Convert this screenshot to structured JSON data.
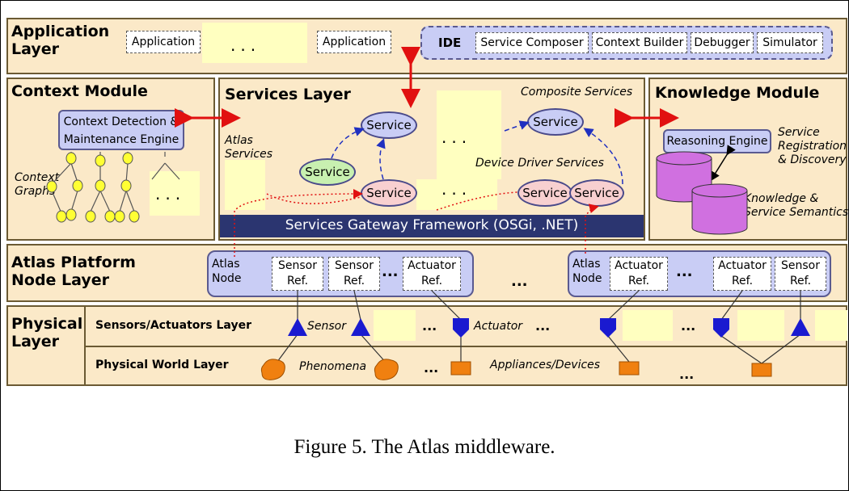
{
  "layers": {
    "application": "Application\nLayer",
    "context": "Context Module",
    "services": "Services Layer",
    "knowledge": "Knowledge Module",
    "platform": "Atlas Platform\nNode Layer",
    "physical": "Physical\nLayer",
    "sensors_actuators": "Sensors/Actuators Layer",
    "physical_world": "Physical World Layer"
  },
  "application_boxes": [
    "Application",
    "Application"
  ],
  "ellipsis": "...",
  "ide": {
    "label": "IDE",
    "tools": [
      "Service Composer",
      "Context Builder",
      "Debugger",
      "Simulator"
    ]
  },
  "context_module": {
    "engine": "Context Detection &\nMaintenance Engine",
    "graphs_label": "Context\nGraphs"
  },
  "services_layer": {
    "composite_label": "Composite Services",
    "atlas_label": "Atlas\nServices",
    "driver_label": "Device Driver Services",
    "service_label": "Service",
    "gateway": "Services Gateway Framework (OSGi, .NET)"
  },
  "knowledge_module": {
    "reasoning": "Reasoning Engine",
    "registration": "Service\nRegistration\n& Discovery",
    "semantics": "Knowledge &\nService Semantics"
  },
  "platform_nodes": {
    "atlas_node": "Atlas\nNode",
    "sensor_ref": "Sensor\nRef.",
    "actuator_ref": "Actuator\nRef."
  },
  "physical_labels": {
    "sensor": "Sensor",
    "actuator": "Actuator",
    "phenomena": "Phenomena",
    "appliances": "Appliances/Devices"
  },
  "caption": "Figure 5. The Atlas middleware.",
  "colors": {
    "band_fill": "#fbe9c8",
    "lavender": "#c9cdf5",
    "gateway_bar": "#2b3570",
    "arrow_red": "#e11010",
    "device_blue": "#1a1ad0",
    "phenomena_orange": "#f08010",
    "database_purple": "#d070e0",
    "graph_node_yellow": "#ffff33"
  }
}
